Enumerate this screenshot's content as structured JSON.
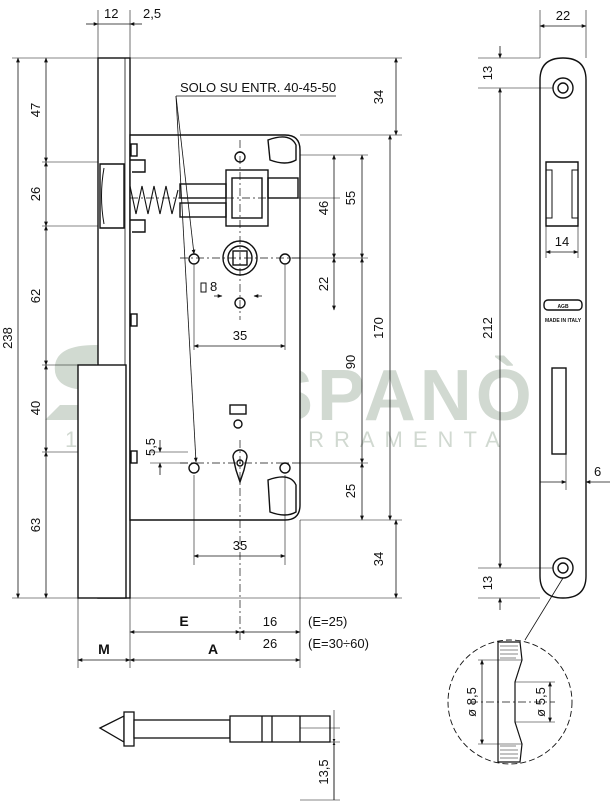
{
  "watermark": {
    "brand": "SPANÒ",
    "subtitle": "FERRAMENTA",
    "year": "1958"
  },
  "front_view": {
    "faceplate_width": "12",
    "faceplate_offset": "2,5",
    "height_total": "238",
    "segments": [
      "47",
      "26",
      "62",
      "40",
      "63"
    ],
    "note": "SOLO SU ENTR. 40-45-50",
    "right_dims": [
      "34",
      "55",
      "46",
      "22",
      "170",
      "90",
      "25",
      "34"
    ],
    "hole_dim": "8",
    "hole_spacing_top": "35",
    "hole_spacing_bottom": "35",
    "hole_offset": "5,5",
    "E_label": "E",
    "A_label": "A",
    "M_label": "M",
    "E_value": "16",
    "E_value_note": "(E=25)",
    "A_value": "26",
    "A_value_note": "(E=30÷60)"
  },
  "side_view": {
    "width": "22",
    "top": "13",
    "bottom": "13",
    "height": "212",
    "slot_width": "14",
    "offset": "6",
    "logo": "AGB",
    "made_in": "MADE IN ITALY"
  },
  "detail": {
    "outer_dia": "ø 8,5",
    "inner_dia": "ø 5,5"
  },
  "latch": {
    "height": "13,5"
  }
}
